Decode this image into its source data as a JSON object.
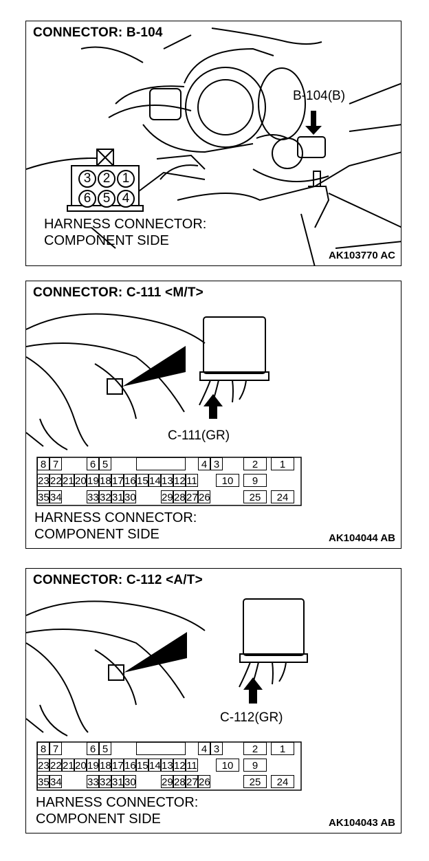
{
  "panels": [
    {
      "title": "CONNECTOR: B-104",
      "callout": "B-104(B)",
      "harness_line1": "HARNESS CONNECTOR:",
      "harness_line2": "COMPONENT SIDE",
      "code": "AK103770 AC",
      "pins_top": [
        "3",
        "2",
        "1"
      ],
      "pins_bottom": [
        "6",
        "5",
        "4"
      ]
    },
    {
      "title": "CONNECTOR: C-111 <M/T>",
      "callout": "C-111(GR)",
      "harness_line1": "HARNESS CONNECTOR:",
      "harness_line2": "COMPONENT SIDE",
      "code": "AK104044 AB",
      "pins": {
        "row1": [
          "8",
          "7",
          "6",
          "5",
          "4",
          "3",
          "2",
          "1"
        ],
        "row2": [
          "23",
          "22",
          "21",
          "20",
          "19",
          "18",
          "17",
          "16",
          "15",
          "14",
          "13",
          "12",
          "11",
          "10",
          "9"
        ],
        "row3": [
          "35",
          "34",
          "33",
          "32",
          "31",
          "30",
          "29",
          "28",
          "27",
          "26",
          "25",
          "24"
        ]
      }
    },
    {
      "title": "CONNECTOR: C-112 <A/T>",
      "callout": "C-112(GR)",
      "harness_line1": "HARNESS CONNECTOR:",
      "harness_line2": "COMPONENT SIDE",
      "code": "AK104043 AB",
      "pins": {
        "row1": [
          "8",
          "7",
          "6",
          "5",
          "4",
          "3",
          "2",
          "1"
        ],
        "row2": [
          "23",
          "22",
          "21",
          "20",
          "19",
          "18",
          "17",
          "16",
          "15",
          "14",
          "13",
          "12",
          "11",
          "10",
          "9"
        ],
        "row3": [
          "35",
          "34",
          "33",
          "32",
          "31",
          "30",
          "29",
          "28",
          "27",
          "26",
          "25",
          "24"
        ]
      }
    }
  ]
}
